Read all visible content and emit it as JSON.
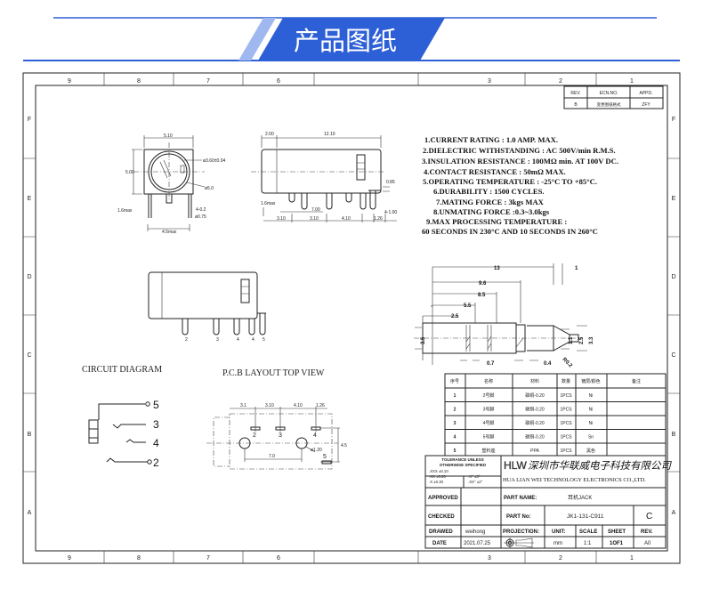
{
  "banner": {
    "title": "产品图纸",
    "color": "#2d5fd6"
  },
  "frame": {
    "columns": [
      "9",
      "8",
      "7",
      "6",
      "3",
      "2",
      "1"
    ],
    "rows": [
      "F",
      "E",
      "D",
      "C",
      "B",
      "A"
    ]
  },
  "revision": {
    "headers": [
      "REV.",
      "ECN.NO.",
      "APPD."
    ],
    "row": [
      "B",
      "变更图纸格式",
      "ZFY"
    ]
  },
  "specs": [
    "1.CURRENT RATING : 1.0 AMP. MAX.",
    "2.DIELECTRIC WITHSTANDING : AC 500V/min R.M.S.",
    "3.INSULATION RESISTANCE : 100MΩ min. AT 100V DC.",
    "4.CONTACT RESISTANCE : 50mΩ MAX.",
    "5.OPERATING TEMPERATURE : -25°C TO +85°C.",
    "6.DURABILITY : 1500 CYCLES.",
    "7.MATING FORCE : 3kgs MAX",
    "8.UNMATING FORCE :0.3~3.0kgs",
    "9.MAX PROCESSING TEMPERATURE :",
    "60 SECONDS IN 230°C AND 10 SECONDS IN 260°C"
  ],
  "front_view": {
    "width": "5.10",
    "height": "5.00",
    "pin_len": "1.6max",
    "pin_w": "4-0.2",
    "pin_d": "ø0.75",
    "pitch": "4.5max",
    "bore": "ø3.60±0.04",
    "outer": "ø5.0"
  },
  "side_view": {
    "nose": "2.00",
    "length": "12.10",
    "step": "0.85",
    "pin_len": "1.6max",
    "span": "7.00",
    "p1": "3.10",
    "p2": "3.10",
    "p3": "4.10",
    "pin_w": "4-1.00",
    "p4": "1.26"
  },
  "plug": {
    "d13": "13",
    "d1": "1",
    "d96": "9.6",
    "d85": "8.5",
    "d55": "5.5",
    "d25": "2.5",
    "dia": "3.5",
    "d07": "0.7",
    "d04": "0.4",
    "r": "R0.2",
    "t11": "1.1",
    "t25": "2.5",
    "t33": "3.3"
  },
  "circuit": {
    "title": "CIRCUIT DIAGRAM",
    "pins": [
      "5",
      "3",
      "4",
      "2"
    ]
  },
  "pcb": {
    "title": "P.C.B LAYOUT TOP VIEW",
    "dims": [
      "3.1",
      "3.10",
      "4.10",
      "1.26",
      "7.0",
      "ø1.20",
      "4.5"
    ],
    "pins": [
      "2",
      "3",
      "4",
      "5"
    ]
  },
  "parts_table": {
    "headers": [
      "序号",
      "名称",
      "材料",
      "数量",
      "镀层/颜色",
      "备注"
    ],
    "rows": [
      [
        "1",
        "2号脚",
        "磷铜-0.20",
        "1PCS",
        "Ni",
        ""
      ],
      [
        "2",
        "3号脚",
        "磷铜-0.20",
        "1PCS",
        "Ni",
        ""
      ],
      [
        "3",
        "4号脚",
        "磷铜-0.20",
        "1PCS",
        "Ni",
        ""
      ],
      [
        "4",
        "5号脚",
        "磷铜-0.20",
        "1PCS",
        "Sn",
        ""
      ],
      [
        "5",
        "塑料座",
        "PPA",
        "1PCS",
        "黑色",
        ""
      ]
    ]
  },
  "title_block": {
    "tolerance_title": "TOLERANCE UNLESS",
    "tolerance_sub": "OTHERWISE SPECIFIED",
    "tol": [
      ".XXX ±0.10",
      ".XX ±0.20",
      ".X ±0.30",
      ".X° ±3°",
      ".XX° ±2°"
    ],
    "logo": "HLW",
    "company_cn": "深圳市华联威电子科技有限公司",
    "company_en": "HUA LIAN WEI TECHNOLOGY ELECTRONICS CO.,LTD.",
    "approved_label": "APPROVED",
    "checked_label": "CHECKED",
    "drawed_label": "DRAWED",
    "drawed": "weihong",
    "date_label": "DATE",
    "date": "2021.07.25",
    "part_name_label": "PART NAME:",
    "part_name": "耳机JACK",
    "part_no_label": "PART No:",
    "part_no": "JK1-131-C911",
    "rev_letter": "C",
    "projection_label": "PROJECTION:",
    "unit_label": "UNIT:",
    "unit": "mm",
    "scale_label": "SCALE",
    "scale": "1:1",
    "sheet_label": "SHEET",
    "sheet": "1OF1",
    "rev_label": "REV.",
    "rev": "A0"
  }
}
